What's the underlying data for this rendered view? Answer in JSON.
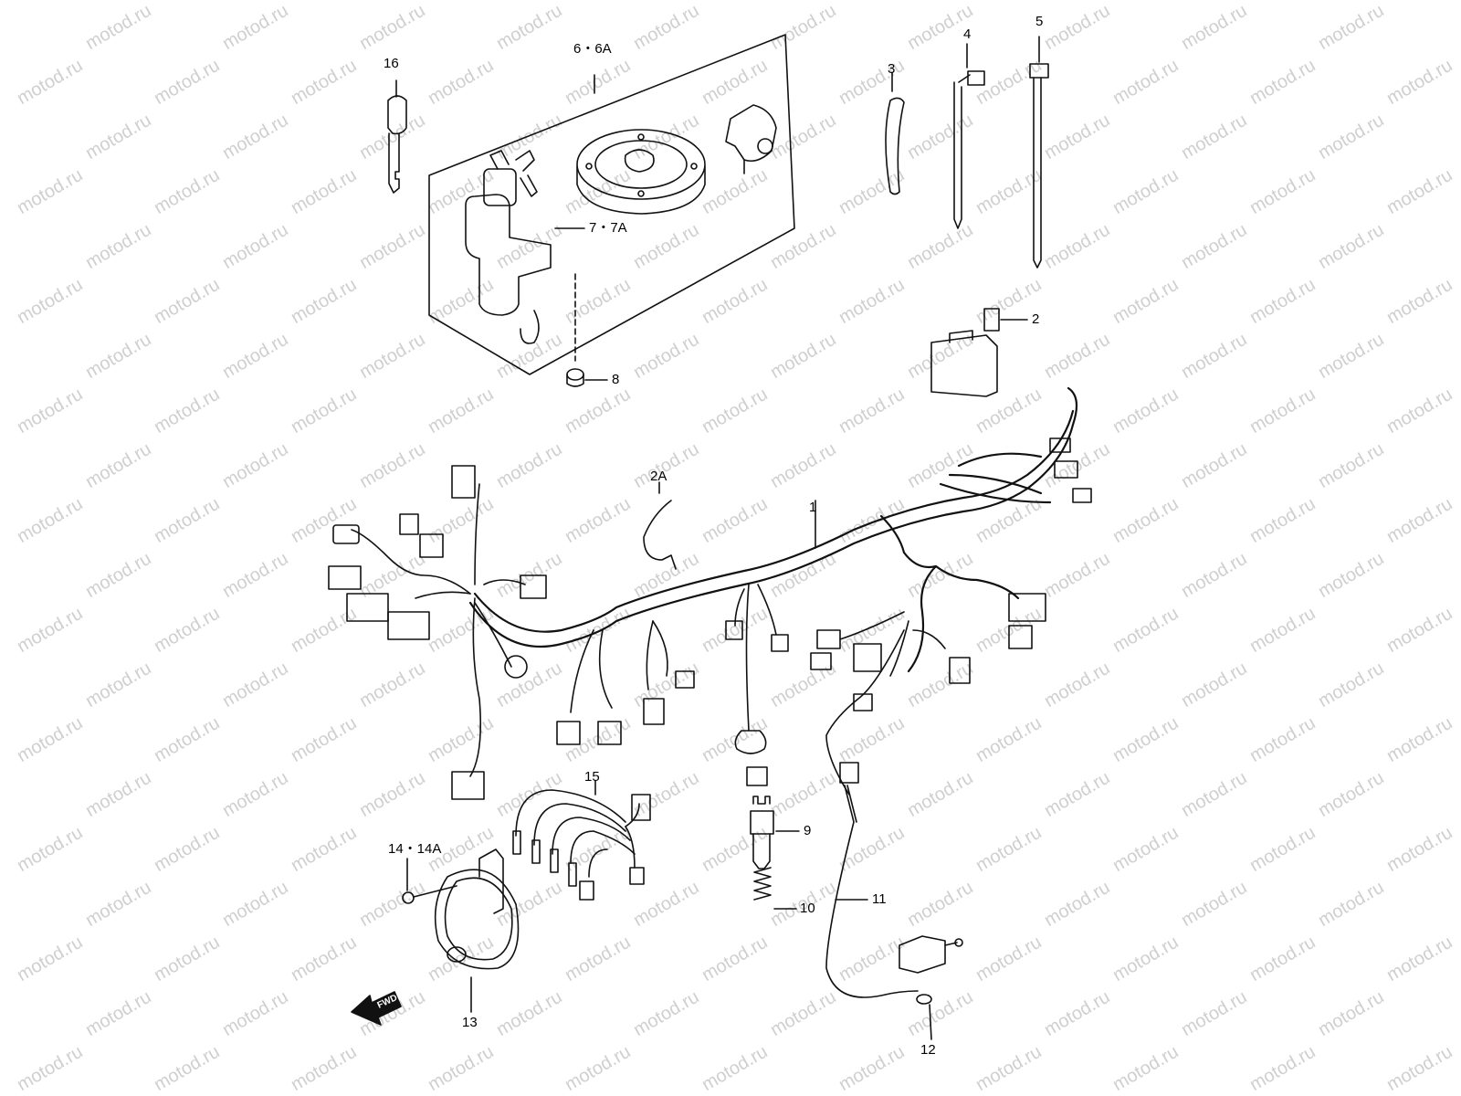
{
  "watermark": "motod.ru",
  "callouts": [
    {
      "id": "c16",
      "text": "16"
    },
    {
      "id": "c6",
      "text": "6・6A"
    },
    {
      "id": "c3",
      "text": "3"
    },
    {
      "id": "c4",
      "text": "4"
    },
    {
      "id": "c5",
      "text": "5"
    },
    {
      "id": "c7",
      "text": "7・7A"
    },
    {
      "id": "c2",
      "text": "2"
    },
    {
      "id": "c8",
      "text": "8"
    },
    {
      "id": "c2a",
      "text": "2A"
    },
    {
      "id": "c1",
      "text": "1"
    },
    {
      "id": "c15",
      "text": "15"
    },
    {
      "id": "c9",
      "text": "9"
    },
    {
      "id": "c14",
      "text": "14・14A"
    },
    {
      "id": "c10",
      "text": "10"
    },
    {
      "id": "c11",
      "text": "11"
    },
    {
      "id": "c13",
      "text": "13"
    },
    {
      "id": "c12",
      "text": "12"
    }
  ],
  "fwd_label": "FWD",
  "colors": {
    "line": "#111111",
    "watermark": "#cfcfcf",
    "background": "#ffffff"
  }
}
